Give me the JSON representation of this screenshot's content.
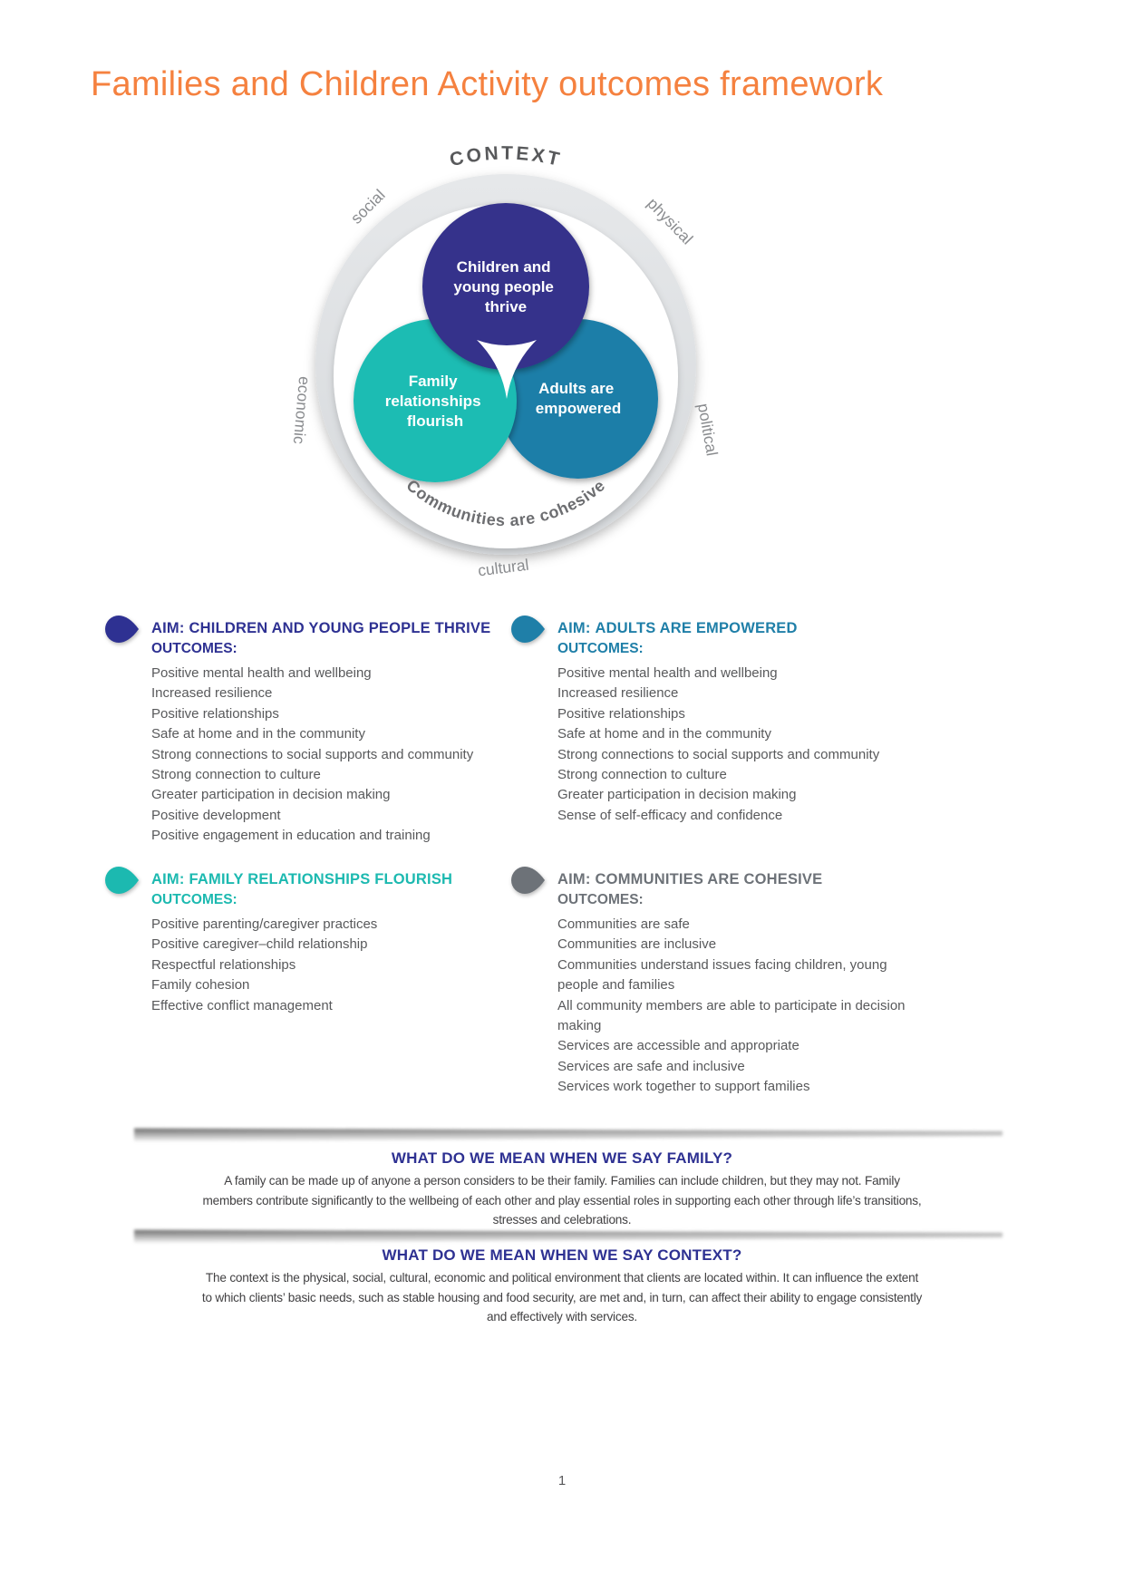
{
  "page": {
    "title": "Families and Children Activity outcomes framework",
    "title_color": "#F5813F",
    "page_number": "1"
  },
  "diagram": {
    "context_label": "CONTEXT",
    "ring_words": {
      "top_left": "social",
      "top_right": "physical",
      "left": "economic",
      "right": "political",
      "bottom": "cultural"
    },
    "bottom_arc_label": "Communities are cohesive",
    "outer_ring_color": "#DEE0E3",
    "circles": {
      "children": {
        "label_lines": [
          "Children and",
          "young people",
          "thrive"
        ],
        "color": "#34338B"
      },
      "family": {
        "label_lines": [
          "Family",
          "relationships",
          "flourish"
        ],
        "color": "#1EBCB3"
      },
      "adults": {
        "label_lines": [
          "Adults are",
          "empowered"
        ],
        "color": "#1F7EA8"
      }
    }
  },
  "sections": [
    {
      "aim_label": "AIM:",
      "title": "CHILDREN AND YOUNG PEOPLE THRIVE",
      "color": "#2E3192",
      "outcomes_label": "OUTCOMES:",
      "outcomes": [
        "Positive mental health and wellbeing",
        "Increased resilience",
        "Positive relationships",
        "Safe at home and in the community",
        "Strong connections to social supports and community",
        "Strong connection to culture",
        "Greater participation in decision making",
        "Positive development",
        "Positive engagement in education and training"
      ]
    },
    {
      "aim_label": "AIM:",
      "title": "ADULTS ARE EMPOWERED",
      "color": "#1F7FA8",
      "outcomes_label": "OUTCOMES:",
      "outcomes": [
        "Positive mental health and wellbeing",
        "Increased resilience",
        "Positive relationships",
        "Safe at home and in the community",
        "Strong connections to social supports and community",
        "Strong connection to culture",
        "Greater participation in decision making",
        "Sense of self-efficacy and confidence"
      ]
    },
    {
      "aim_label": "AIM:",
      "title": "FAMILY RELATIONSHIPS FLOURISH",
      "color": "#1CB9B0",
      "outcomes_label": "OUTCOMES:",
      "outcomes": [
        "Positive parenting/caregiver practices",
        "Positive caregiver–child relationship",
        "Respectful relationships",
        "Family cohesion",
        "Effective conflict management"
      ]
    },
    {
      "aim_label": "AIM:",
      "title": "COMMUNITIES ARE COHESIVE",
      "color": "#6D7278",
      "outcomes_label": "OUTCOMES:",
      "outcomes": [
        "Communities are safe",
        "Communities are inclusive",
        "Communities understand issues facing children, young people and families",
        "All community members are able to participate in decision making",
        "Services are accessible and appropriate",
        "Services are safe and inclusive",
        "Services work together to support families"
      ]
    }
  ],
  "callouts": [
    {
      "heading": "WHAT DO WE MEAN WHEN WE SAY FAMILY?",
      "body": "A family can be made up of anyone a person considers to be their family. Families can include children, but they may not. Family members contribute significantly to the wellbeing of each other and play essential roles in supporting each other through life’s transitions, stresses and celebrations."
    },
    {
      "heading": "WHAT DO WE MEAN WHEN WE SAY CONTEXT?",
      "body": "The context is the physical, social, cultural, economic and political environment that clients are located within. It can influence the extent to which clients’ basic needs, such as stable housing and food security, are met and, in turn, can affect their ability to engage consistently and effectively with services."
    }
  ]
}
